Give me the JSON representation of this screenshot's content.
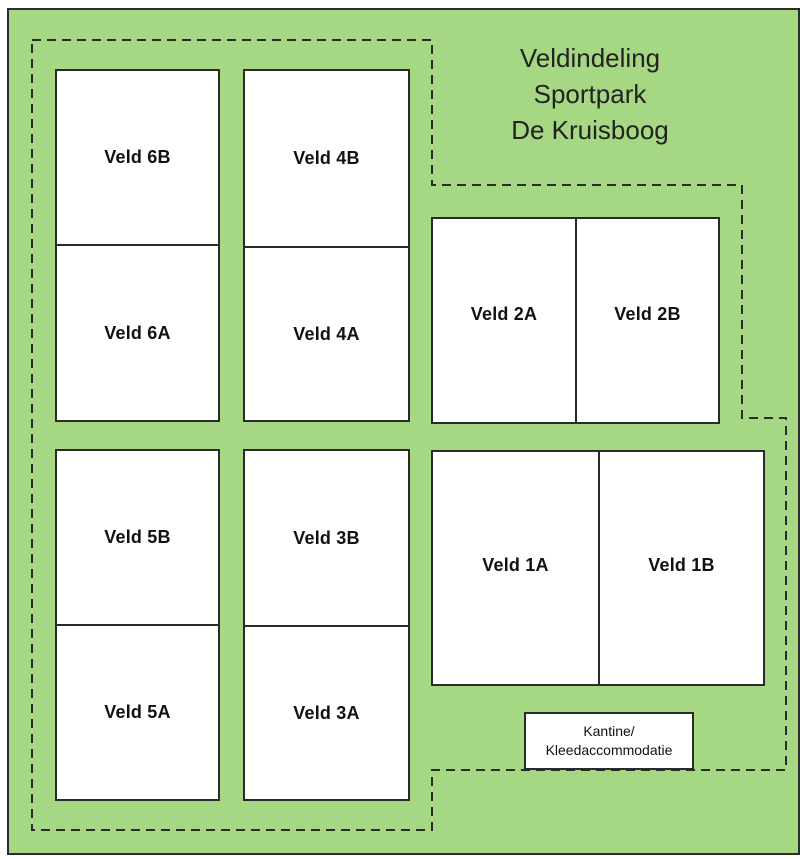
{
  "title": {
    "line1": "Veldindeling",
    "line2": "Sportpark",
    "line3": "De Kruisboog"
  },
  "fields": {
    "f6b": "Veld 6B",
    "f6a": "Veld 6A",
    "f4b": "Veld 4B",
    "f4a": "Veld 4A",
    "f5b": "Veld 5B",
    "f5a": "Veld 5A",
    "f3b": "Veld 3B",
    "f3a": "Veld 3A",
    "f2a": "Veld 2A",
    "f2b": "Veld 2B",
    "f1a": "Veld 1A",
    "f1b": "Veld 1B"
  },
  "canteen": {
    "line1": "Kantine/",
    "line2": "Kleedaccommodatie"
  },
  "colors": {
    "background": "#a6d883",
    "field": "#ffffff",
    "line": "#2a2a2a"
  }
}
